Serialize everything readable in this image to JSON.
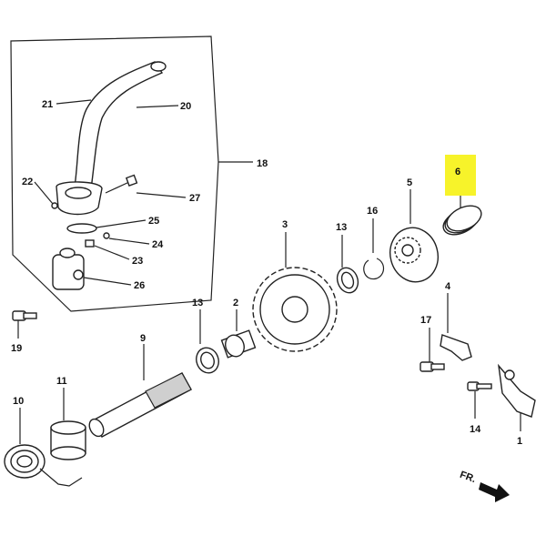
{
  "diagram": {
    "highlight_color": "#f7f32a",
    "highlighted_part": "6",
    "labels": {
      "p1": "1",
      "p2": "2",
      "p3": "3",
      "p4": "4",
      "p5": "5",
      "p6": "6",
      "p9": "9",
      "p10": "10",
      "p11": "11",
      "p13a": "13",
      "p13b": "13",
      "p14": "14",
      "p16": "16",
      "p17": "17",
      "p18": "18",
      "p19": "19",
      "p20": "20",
      "p21": "21",
      "p22": "22",
      "p23": "23",
      "p24": "24",
      "p25": "25",
      "p26": "26",
      "p27": "27"
    },
    "direction_label": "FR."
  }
}
